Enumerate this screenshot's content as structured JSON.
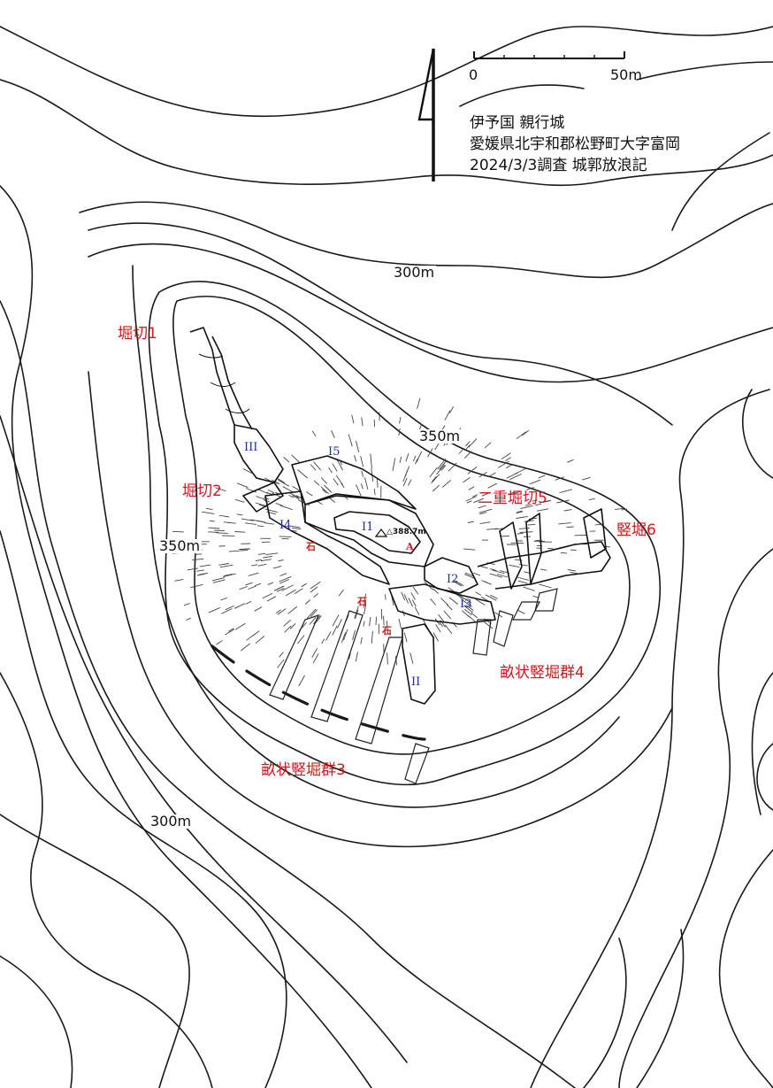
{
  "info": {
    "name": "伊予国 親行城",
    "address": "愛媛県北宇和郡松野町大字富岡",
    "survey": "2024/3/3調査 城郭放浪記"
  },
  "scale": {
    "start": "0",
    "end": "50m"
  },
  "contour_labels": {
    "c300_top": "300m",
    "c350_top": "350m",
    "c350_left": "350m",
    "c300_bottom": "300m"
  },
  "features": {
    "horikiri1": "堀切1",
    "horikiri2": "堀切2",
    "nijuhorikiri5": "二重堀切5",
    "tatebori6": "竪堀6",
    "uneTatebori4": "畝状竪堀群4",
    "uneTatebori3": "畝状竪堀群3"
  },
  "enclosures": {
    "I1": "I1",
    "I2": "I2",
    "I3": "I3",
    "I4": "I4",
    "I5": "I5",
    "II": "II",
    "III": "III"
  },
  "summit": "△388.7m",
  "markers": {
    "A": "A",
    "stone1": "石",
    "stone2": "石",
    "stone3": "石"
  },
  "colors": {
    "feature_label": "#d8161b",
    "enclosure_label": "#1b2f9c",
    "ink": "#111111"
  },
  "icons": {
    "north": "north-arrow-icon"
  }
}
